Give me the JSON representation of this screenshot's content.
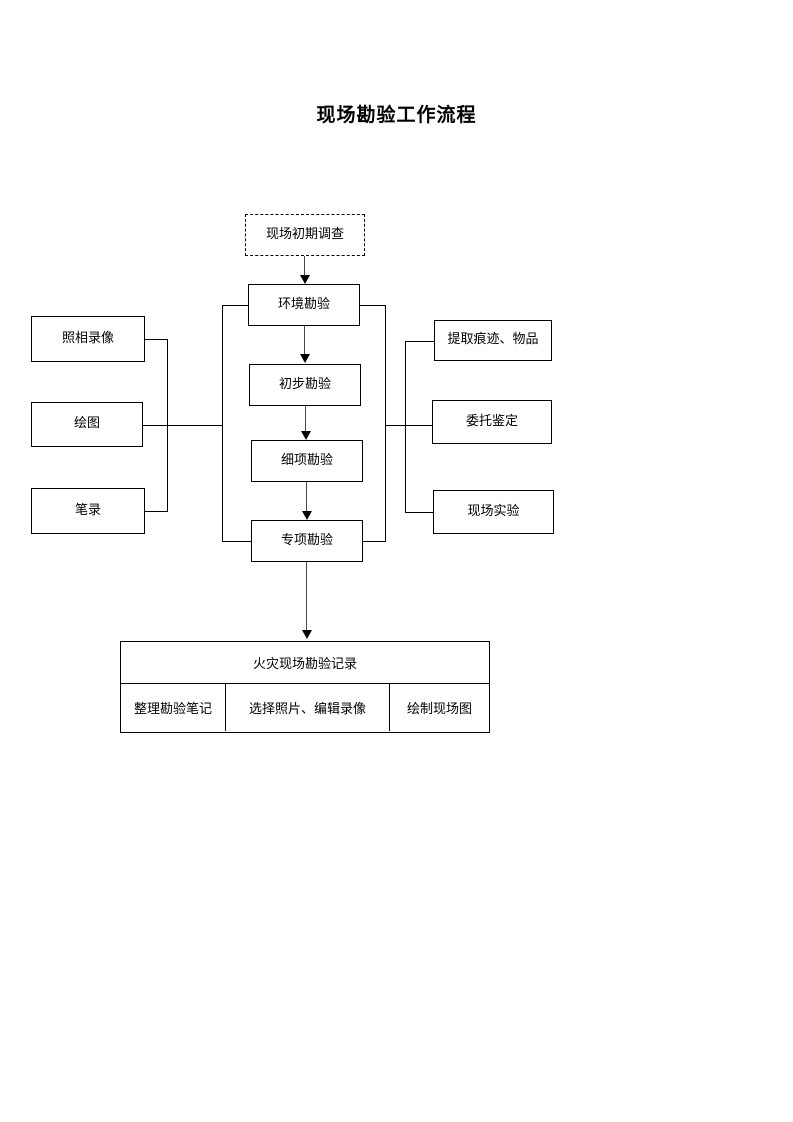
{
  "document": {
    "title": "现场勘验工作流程"
  },
  "flow": {
    "start_node": {
      "label": "现场初期调查",
      "border": "dashed"
    },
    "main_chain": [
      {
        "label": "环境勘验"
      },
      {
        "label": "初步勘验"
      },
      {
        "label": "细项勘验"
      },
      {
        "label": "专项勘验"
      }
    ],
    "left_branch": [
      {
        "label": "照相录像"
      },
      {
        "label": "绘图"
      },
      {
        "label": "笔录"
      }
    ],
    "right_branch": [
      {
        "label": "提取痕迹、物品"
      },
      {
        "label": "委托鉴定"
      },
      {
        "label": "现场实验"
      }
    ],
    "record_table": {
      "header": "火灾现场勘验记录",
      "cells": [
        "整理勘验笔记",
        "选择照片、编辑录像",
        "绘制现场图"
      ]
    }
  },
  "colors": {
    "stroke": "#000000",
    "background": "#ffffff",
    "arrow_stem": "#4a4a4a"
  }
}
